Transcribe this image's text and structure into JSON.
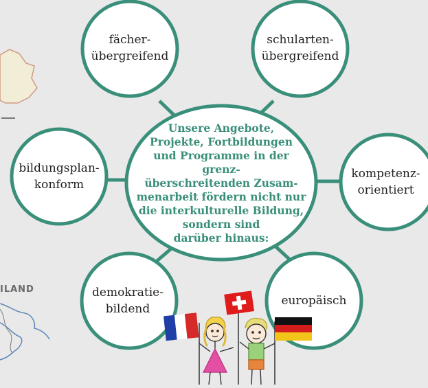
{
  "center": {
    "lines": [
      "Unsere Angebote,",
      "Projekte, Fortbildungen",
      "und Programme in der grenz-",
      "überschreitenden Zusam-",
      "menarbeit fördern nicht nur",
      "die interkulturelle Bildung,",
      "sondern sind",
      "darüber hinaus:"
    ]
  },
  "nodes": [
    {
      "id": "faecher",
      "lines": [
        "fächer-",
        "übergreifend"
      ]
    },
    {
      "id": "schularten",
      "lines": [
        "schularten-",
        "übergreifend"
      ]
    },
    {
      "id": "bildungsplan",
      "lines": [
        "bildungsplan-",
        "konform"
      ]
    },
    {
      "id": "kompetenz",
      "lines": [
        "kompetenz-",
        "orientiert"
      ]
    },
    {
      "id": "demokratie",
      "lines": [
        "demokratie-",
        "bildend"
      ]
    },
    {
      "id": "europaeisch",
      "lines": [
        "europäisch"
      ]
    }
  ],
  "background": {
    "map_label": "ILAND"
  },
  "colors": {
    "background": "#e9e9e9",
    "accent": "#3a8f7a",
    "bubble_fill": "#ffffff",
    "france_blue": "#1f3fa6",
    "france_red": "#d62a2a",
    "swiss_red": "#e01b1b",
    "german_black": "#111111",
    "german_red": "#d41d1d",
    "german_gold": "#f2c318"
  }
}
